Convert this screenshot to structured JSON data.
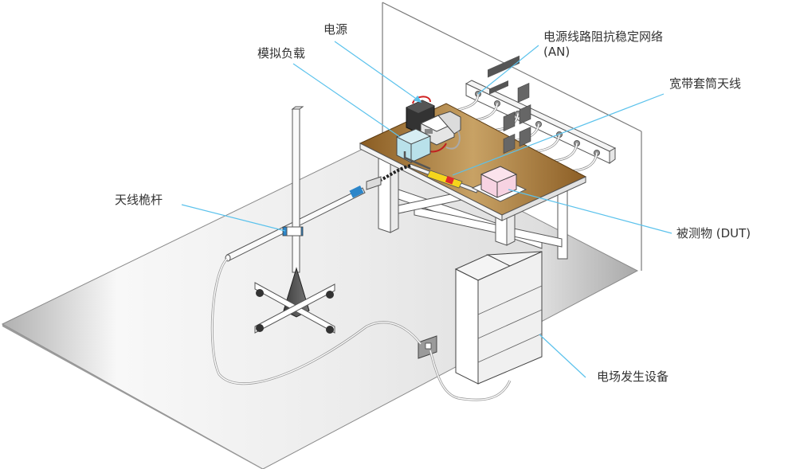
{
  "diagram": {
    "title": "",
    "colors": {
      "callout_line": "#5bc2ec",
      "label_text": "#333333",
      "table_top": "#a87a3a",
      "table_top_light": "#c9a468",
      "artificial_load": "#b9e1ea",
      "dut": "#f7d3e2",
      "antenna_clip": "#2d86c9",
      "floor": "#e8e8e8",
      "floor_dark": "#b5b5b5",
      "stand_base": "#555555",
      "power_supply_dark": "#333333",
      "stripline_yellow": "#f5d51c",
      "stripline_red": "#e02a2a"
    },
    "labels": [
      {
        "id": "power-supply",
        "text": "电源"
      },
      {
        "id": "artificial-load",
        "text": "模拟负载"
      },
      {
        "id": "lisn",
        "text": "电源线路阻抗稳定网络\n(AN)"
      },
      {
        "id": "broadband-antenna",
        "text": "宽带套筒天线"
      },
      {
        "id": "antenna-mast",
        "text": "天线桅杆"
      },
      {
        "id": "dut",
        "text": "被测物 (DUT)"
      },
      {
        "id": "field-generator",
        "text": "电场发生设备"
      }
    ],
    "components": [
      "floor",
      "back-wall",
      "test-table",
      "power-supply",
      "artificial-load",
      "lisn-rail",
      "broadband-antenna",
      "dut",
      "antenna-mast-stand",
      "field-generator-rack",
      "wall-outlet",
      "cables"
    ]
  }
}
